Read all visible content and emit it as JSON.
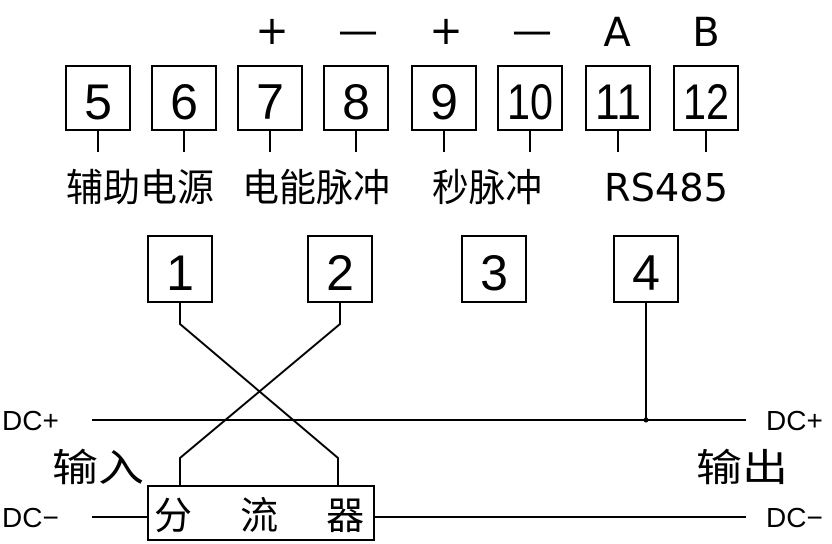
{
  "top_terminals": {
    "polarity_marks": [
      "+",
      "—",
      "+",
      "—",
      "A",
      "B"
    ],
    "numbers": [
      "5",
      "6",
      "7",
      "8",
      "9",
      "10",
      "11",
      "12"
    ],
    "group_labels": {
      "aux_power": "辅助电源",
      "energy_pulse": "电能脉冲",
      "second_pulse": "秒脉冲",
      "rs485": "RS485"
    }
  },
  "bottom_terminals": {
    "numbers": [
      "1",
      "2",
      "3",
      "4"
    ]
  },
  "bus": {
    "dc_plus_left": "DC+",
    "dc_plus_right": "DC+",
    "dc_minus_left": "DC−",
    "dc_minus_right": "DC−",
    "input_label": "输入",
    "output_label": "输出"
  },
  "shunt": {
    "label": "分 流 器"
  }
}
